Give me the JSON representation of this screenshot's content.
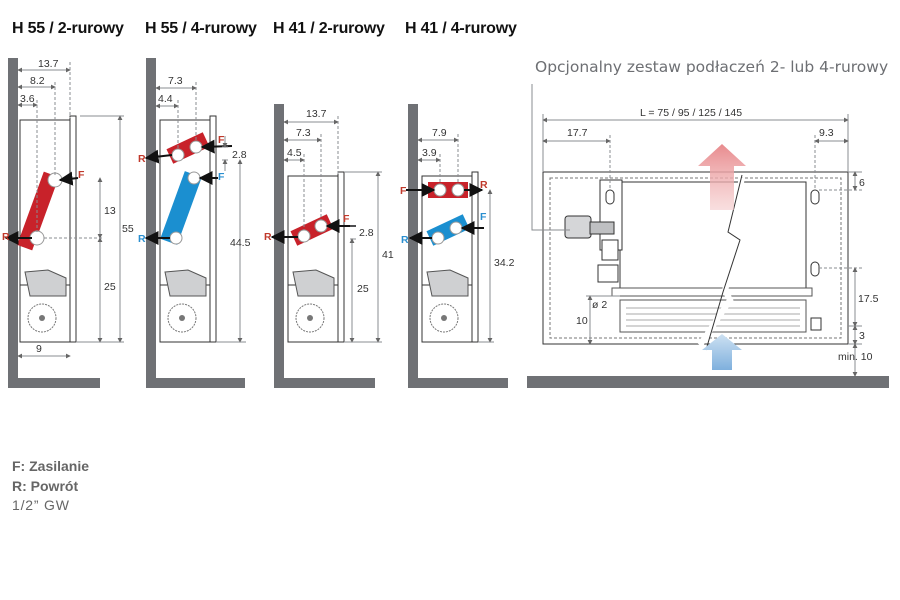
{
  "titles": [
    "H 55 / 2-rurowy",
    "H 55 / 4-rurowy",
    "H 41 / 2-rurowy",
    "H  41 / 4-rurowy"
  ],
  "optional_label": "Opcjonalny zestaw podłaczeń 2- lub 4-rurowy",
  "legend": {
    "f": "F:  Zasilanie",
    "r": "R:  Powrót",
    "thread": "1/2” GW"
  },
  "dims": {
    "d1": {
      "w137": "13.7",
      "w82": "8.2",
      "w36": "3.6",
      "h13": "13",
      "h55": "55",
      "h25": "25",
      "w9": "9"
    },
    "d2": {
      "w73": "7.3",
      "w44": "4.4",
      "h28": "2.8",
      "h445": "44.5"
    },
    "d3": {
      "w137": "13.7",
      "w73": "7.3",
      "w45": "4.5",
      "h28": "2.8",
      "h41": "41",
      "h25": "25"
    },
    "d4": {
      "w79": "7.9",
      "w39": "3.9",
      "h342": "34.2"
    },
    "d5": {
      "len": "L = 75 / 95 / 125 / 145",
      "w177": "17.7",
      "w93": "9.3",
      "h6": "6",
      "h175": "17.5",
      "h3": "3",
      "min10": "min. 10",
      "h10": "10",
      "dia2": "ø 2"
    }
  },
  "pipe_labels": {
    "f": "F",
    "r": "R"
  },
  "colors": {
    "supply": "#c8222a",
    "return": "#1b8fd0",
    "wall": "#6f7175",
    "dim": "#8a8c90",
    "red_label": "#c0392b",
    "blue_label": "#2a8fd0"
  }
}
